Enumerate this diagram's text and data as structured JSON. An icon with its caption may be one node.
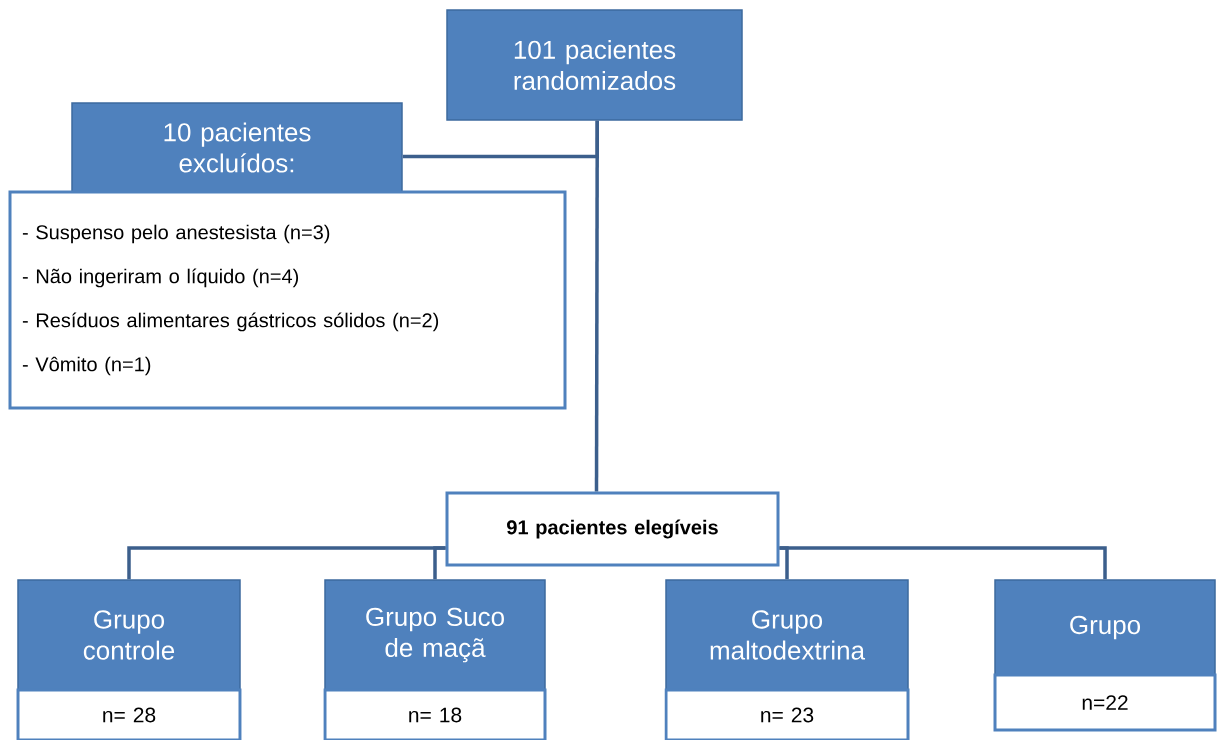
{
  "diagram": {
    "nodes": [
      {
        "text": [
          "101 pacientes randomizados"
        ]
      },
      {
        "text": [
          "10 pacientes excluídos:"
        ]
      },
      {
        "text": [
          "- Suspenso pelo anestesista (n=3)",
          "- Não ingeriram o líquido (n=4)",
          "- Resíduos alimentares gástricos sólidos (n=2)",
          "- Vômito (n=1)"
        ]
      },
      {
        "text": [
          "91 pacientes elegíveis"
        ]
      },
      {
        "text": [
          "Grupo controle"
        ]
      },
      {
        "text": [
          "n= 28"
        ]
      },
      {
        "text": [
          "Grupo Suco de maçã"
        ]
      },
      {
        "text": [
          "n= 18"
        ]
      },
      {
        "text": [
          "Grupo maltodextrina"
        ]
      },
      {
        "text": [
          "n= 23"
        ]
      },
      {
        "text": [
          "Grupo"
        ]
      },
      {
        "text": [
          "n=22"
        ]
      }
    ],
    "edges": [
      {
        "from": 0,
        "to": 3,
        "arrow": "none"
      },
      {
        "from": 0,
        "to": 1,
        "arrow": "none"
      },
      {
        "from": 3,
        "to": 4,
        "arrow": "none"
      },
      {
        "from": 3,
        "to": 6,
        "arrow": "none"
      },
      {
        "from": 3,
        "to": 8,
        "arrow": "none"
      },
      {
        "from": 3,
        "to": 10,
        "arrow": "none"
      }
    ]
  }
}
